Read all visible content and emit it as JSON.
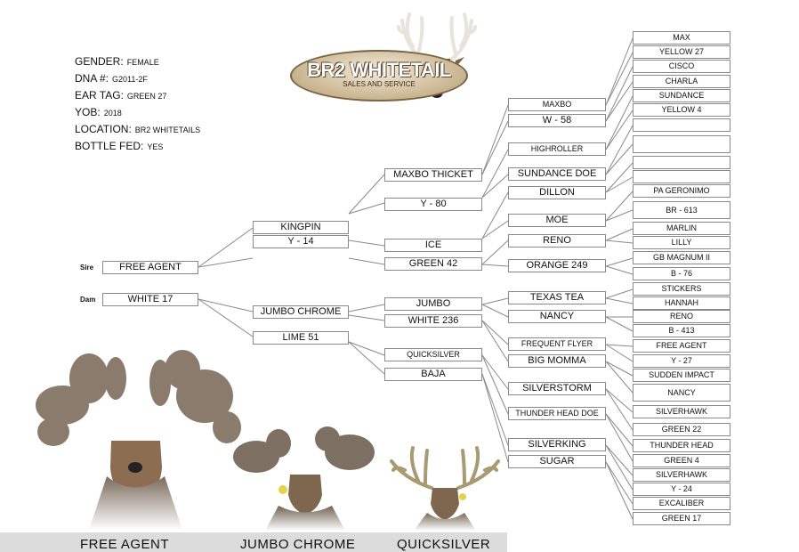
{
  "info": {
    "gender": {
      "label": "GENDER:",
      "value": "FEMALE"
    },
    "dna": {
      "label": "DNA #:",
      "value": "G2011-2F"
    },
    "ear_tag": {
      "label": "EAR TAG:",
      "value": "GREEN 27"
    },
    "yob": {
      "label": "YOB:",
      "value": "2018"
    },
    "location": {
      "label": "LOCATION:",
      "value": "BR2 WHITETAILS"
    },
    "bottle_fed": {
      "label": "BOTTLE FED:",
      "value": "YES"
    }
  },
  "logo": {
    "title": "BR2 WHITETAIL",
    "subtitle": "SALES AND SERVICE"
  },
  "labels": {
    "sire": "Sire",
    "dam": "Dam"
  },
  "gen1": {
    "sire": "FREE AGENT",
    "dam": "WHITE 17"
  },
  "gen2": [
    "KINGPIN",
    "Y - 14",
    "JUMBO CHROME",
    "LIME 51"
  ],
  "gen3": [
    "MAXBO THICKET",
    "Y - 80",
    "ICE",
    "GREEN 42",
    "JUMBO",
    "WHITE 236",
    "QUICKSILVER",
    "BAJA"
  ],
  "gen4": [
    "MAXBO",
    "W - 58",
    "HIGHROLLER",
    "SUNDANCE DOE",
    "DILLON",
    "MOE",
    "RENO",
    "ORANGE 249",
    "TEXAS TEA",
    "NANCY",
    "FREQUENT FLYER",
    "BIG MOMMA",
    "SILVERSTORM",
    "THUNDER HEAD DOE",
    "SILVERKING",
    "SUGAR"
  ],
  "gen5": [
    "MAX",
    "YELLOW 27",
    "CISCO",
    "CHARLA",
    "SUNDANCE",
    "YELLOW 4",
    "",
    "",
    "",
    "",
    "PA GERONIMO",
    "BR - 613",
    "MARLIN",
    "LILLY",
    "GB MAGNUM II",
    "B - 76",
    "STICKERS",
    "HANNAH",
    "RENO",
    "B - 413",
    "FREE AGENT",
    "Y - 27",
    "SUDDEN IMPACT",
    "NANCY",
    "SILVERHAWK",
    "GREEN 22",
    "THUNDER HEAD",
    "GREEN 4",
    "SILVERHAWK",
    "Y - 24",
    "EXCALIBER",
    "GREEN 17"
  ],
  "captions": [
    "FREE AGENT",
    "JUMBO CHROME",
    "QUICKSILVER"
  ]
}
